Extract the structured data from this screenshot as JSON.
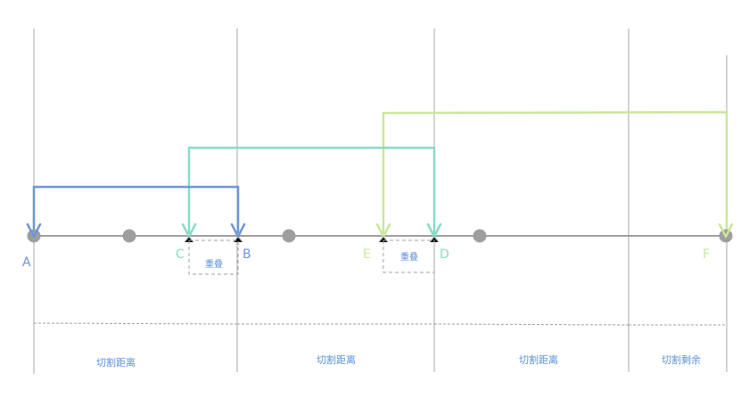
{
  "diagram": {
    "colors": {
      "axis": "#9e9e9e",
      "divider": "#a8a8a8",
      "dashed": "#a0a0a0",
      "dot": "#9e9e9e",
      "blue": "#6f95d8",
      "teal": "#86dcc6",
      "green": "#c9e79a",
      "label_blue": "#5b8fd8"
    },
    "points": {
      "A": "A",
      "B": "B",
      "C": "C",
      "D": "D",
      "E": "E",
      "F": "F"
    },
    "overlap_label": "重叠",
    "segments": {
      "cut1": "切割距离",
      "cut2": "切割距离",
      "cut3": "切割距离",
      "remainder": "切割剩余"
    }
  }
}
